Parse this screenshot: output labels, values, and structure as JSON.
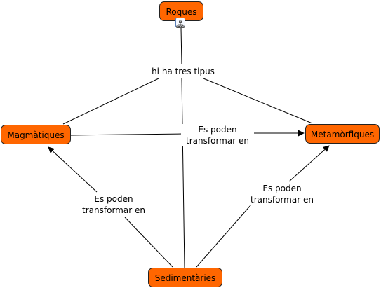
{
  "concepts": {
    "roques": "Roques",
    "magmatiques": "Magmàtiques",
    "metamorfiques": "Metamòrfiques",
    "sedimentaries": "Sedimentàries"
  },
  "linking_phrases": {
    "tipus": "hi ha tres tipus",
    "mag_to_met_line1": "Es poden",
    "mag_to_met_line2": "transformar en",
    "sed_to_mag_line1": "Es poden",
    "sed_to_mag_line2": "transformar en",
    "sed_to_met_line1": "Es poden",
    "sed_to_met_line2": "transformar en"
  },
  "icons": {
    "roques_attachment": "concept-map-icon"
  },
  "colors": {
    "node_fill": "#ff6600",
    "node_border": "#222222",
    "line": "#000000"
  }
}
